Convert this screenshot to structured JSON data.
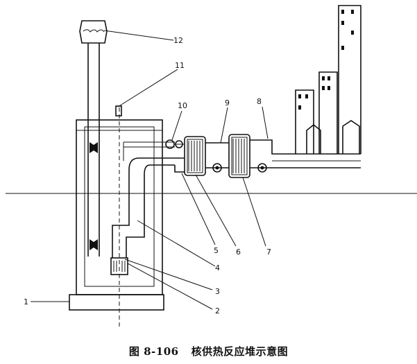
{
  "caption": {
    "figure_number": "图 8-106",
    "title": "核供热反应堆示意图"
  },
  "labels": [
    "1",
    "2",
    "3",
    "4",
    "5",
    "6",
    "7",
    "8",
    "9",
    "10",
    "11",
    "12"
  ]
}
